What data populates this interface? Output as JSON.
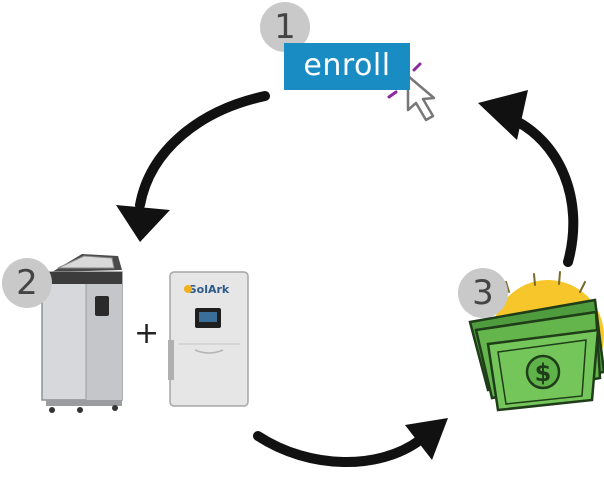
{
  "steps": [
    {
      "number": "1",
      "label": "enroll"
    },
    {
      "number": "2",
      "connector": "+"
    },
    {
      "number": "3"
    }
  ],
  "products": {
    "inverter_brand": "SolArk"
  },
  "colors": {
    "badge": "#c9c9c9",
    "enroll_button": "#1a8cc4",
    "arrow": "#111111",
    "money_green": "#5fb34a",
    "sun_yellow": "#f7c62a",
    "click_purple": "#8a2a9e"
  },
  "icons": [
    "cursor-click-icon",
    "battery-cabinet-icon",
    "inverter-icon",
    "money-stack-icon",
    "dollar-sign-icon",
    "curved-arrow-icon"
  ]
}
